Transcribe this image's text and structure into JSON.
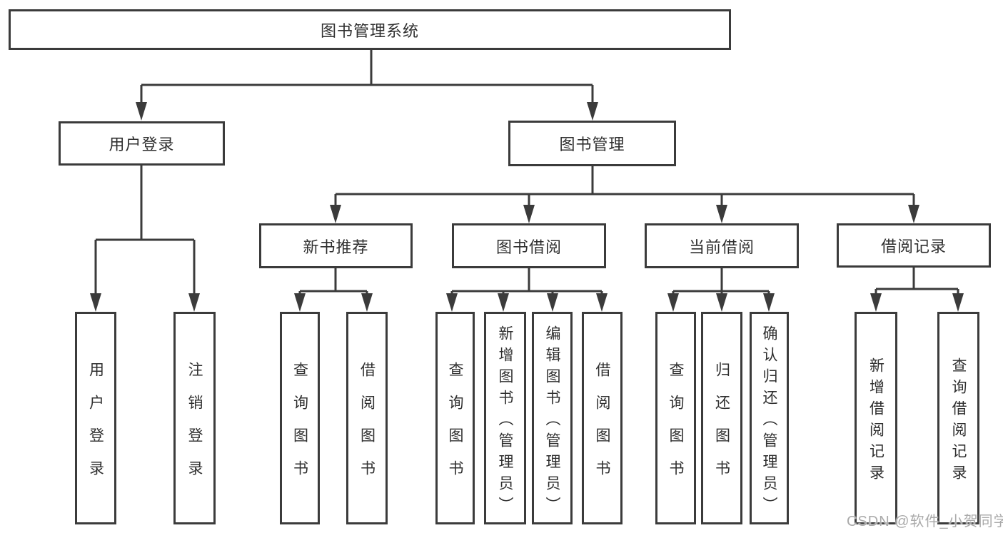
{
  "title": "图书管理系统",
  "nodes": {
    "root": {
      "label": "图书管理系统"
    },
    "level2": [
      {
        "label": "用户登录"
      },
      {
        "label": "图书管理"
      }
    ],
    "level3": [
      {
        "label": "新书推荐",
        "parent": "图书管理"
      },
      {
        "label": "图书借阅",
        "parent": "图书管理"
      },
      {
        "label": "当前借阅",
        "parent": "图书管理"
      },
      {
        "label": "借阅记录",
        "parent": "图书管理"
      }
    ],
    "leaves": [
      {
        "label": "用户登录",
        "parent": "用户登录"
      },
      {
        "label": "注销登录",
        "parent": "用户登录"
      },
      {
        "label": "查询图书",
        "parent": "新书推荐"
      },
      {
        "label": "借阅图书",
        "parent": "新书推荐"
      },
      {
        "label": "查询图书",
        "parent": "图书借阅"
      },
      {
        "label": "新增图书（管理员）",
        "parent": "图书借阅"
      },
      {
        "label": "编辑图书（管理员）",
        "parent": "图书借阅"
      },
      {
        "label": "借阅图书",
        "parent": "图书借阅"
      },
      {
        "label": "查询图书",
        "parent": "当前借阅"
      },
      {
        "label": "归还图书",
        "parent": "当前借阅"
      },
      {
        "label": "确认归还（管理员）",
        "parent": "当前借阅"
      },
      {
        "label": "新增借阅记录",
        "parent": "借阅记录"
      },
      {
        "label": "查询借阅记录",
        "parent": "借阅记录"
      }
    ]
  },
  "watermark": {
    "text": "CSDN @软件_小贺同学"
  },
  "colors": {
    "line": "#3b3b3b",
    "text": "#2f2f2f",
    "watermark": "#aaaaaa",
    "background": "#ffffff"
  }
}
